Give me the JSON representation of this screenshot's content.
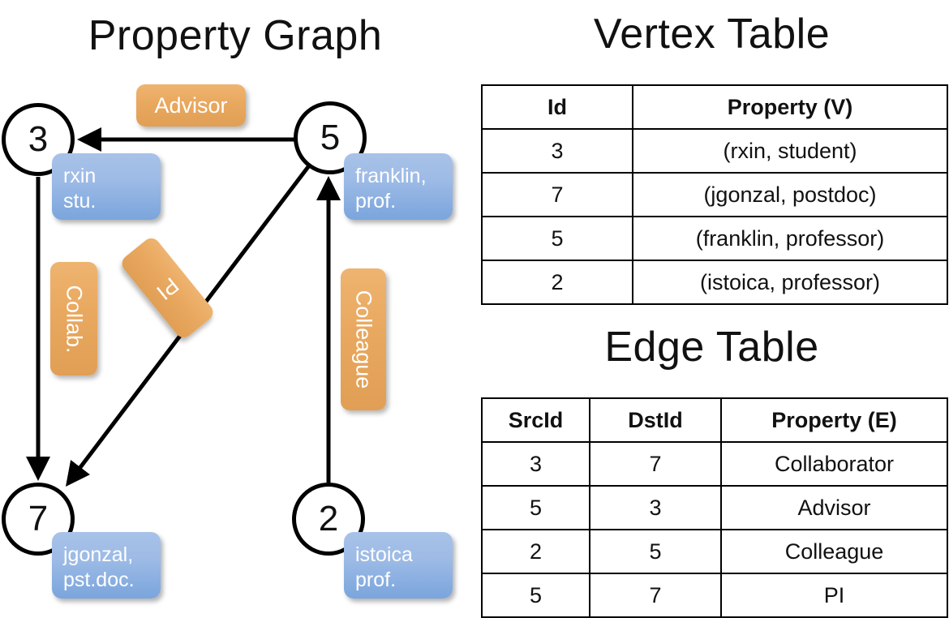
{
  "graph": {
    "title": "Property Graph",
    "nodes": [
      {
        "id": "3",
        "property": {
          "line1": "rxin",
          "line2": "stu."
        }
      },
      {
        "id": "5",
        "property": {
          "line1": "franklin,",
          "line2": "prof."
        }
      },
      {
        "id": "7",
        "property": {
          "line1": "jgonzal,",
          "line2": "pst.doc."
        }
      },
      {
        "id": "2",
        "property": {
          "line1": "istoica",
          "line2": "prof."
        }
      }
    ],
    "edge_labels": {
      "advisor": "Advisor",
      "collab": "Collab.",
      "pi": "PI",
      "colleague": "Colleague"
    },
    "colors": {
      "vertex_box": "#9dbbe6",
      "edge_label_box": "#e9a85f",
      "node_stroke": "#000000"
    }
  },
  "vertex_table": {
    "title": "Vertex Table",
    "headers": [
      "Id",
      "Property (V)"
    ],
    "rows": [
      [
        "3",
        "(rxin, student)"
      ],
      [
        "7",
        "(jgonzal, postdoc)"
      ],
      [
        "5",
        "(franklin, professor)"
      ],
      [
        "2",
        "(istoica, professor)"
      ]
    ],
    "property_column_color": "#d4dff1"
  },
  "edge_table": {
    "title": "Edge Table",
    "headers": [
      "SrcId",
      "DstId",
      "Property (E)"
    ],
    "rows": [
      [
        "3",
        "7",
        "Collaborator"
      ],
      [
        "5",
        "3",
        "Advisor"
      ],
      [
        "2",
        "5",
        "Colleague"
      ],
      [
        "5",
        "7",
        "PI"
      ]
    ],
    "property_column_color": "#f8dfc3"
  }
}
